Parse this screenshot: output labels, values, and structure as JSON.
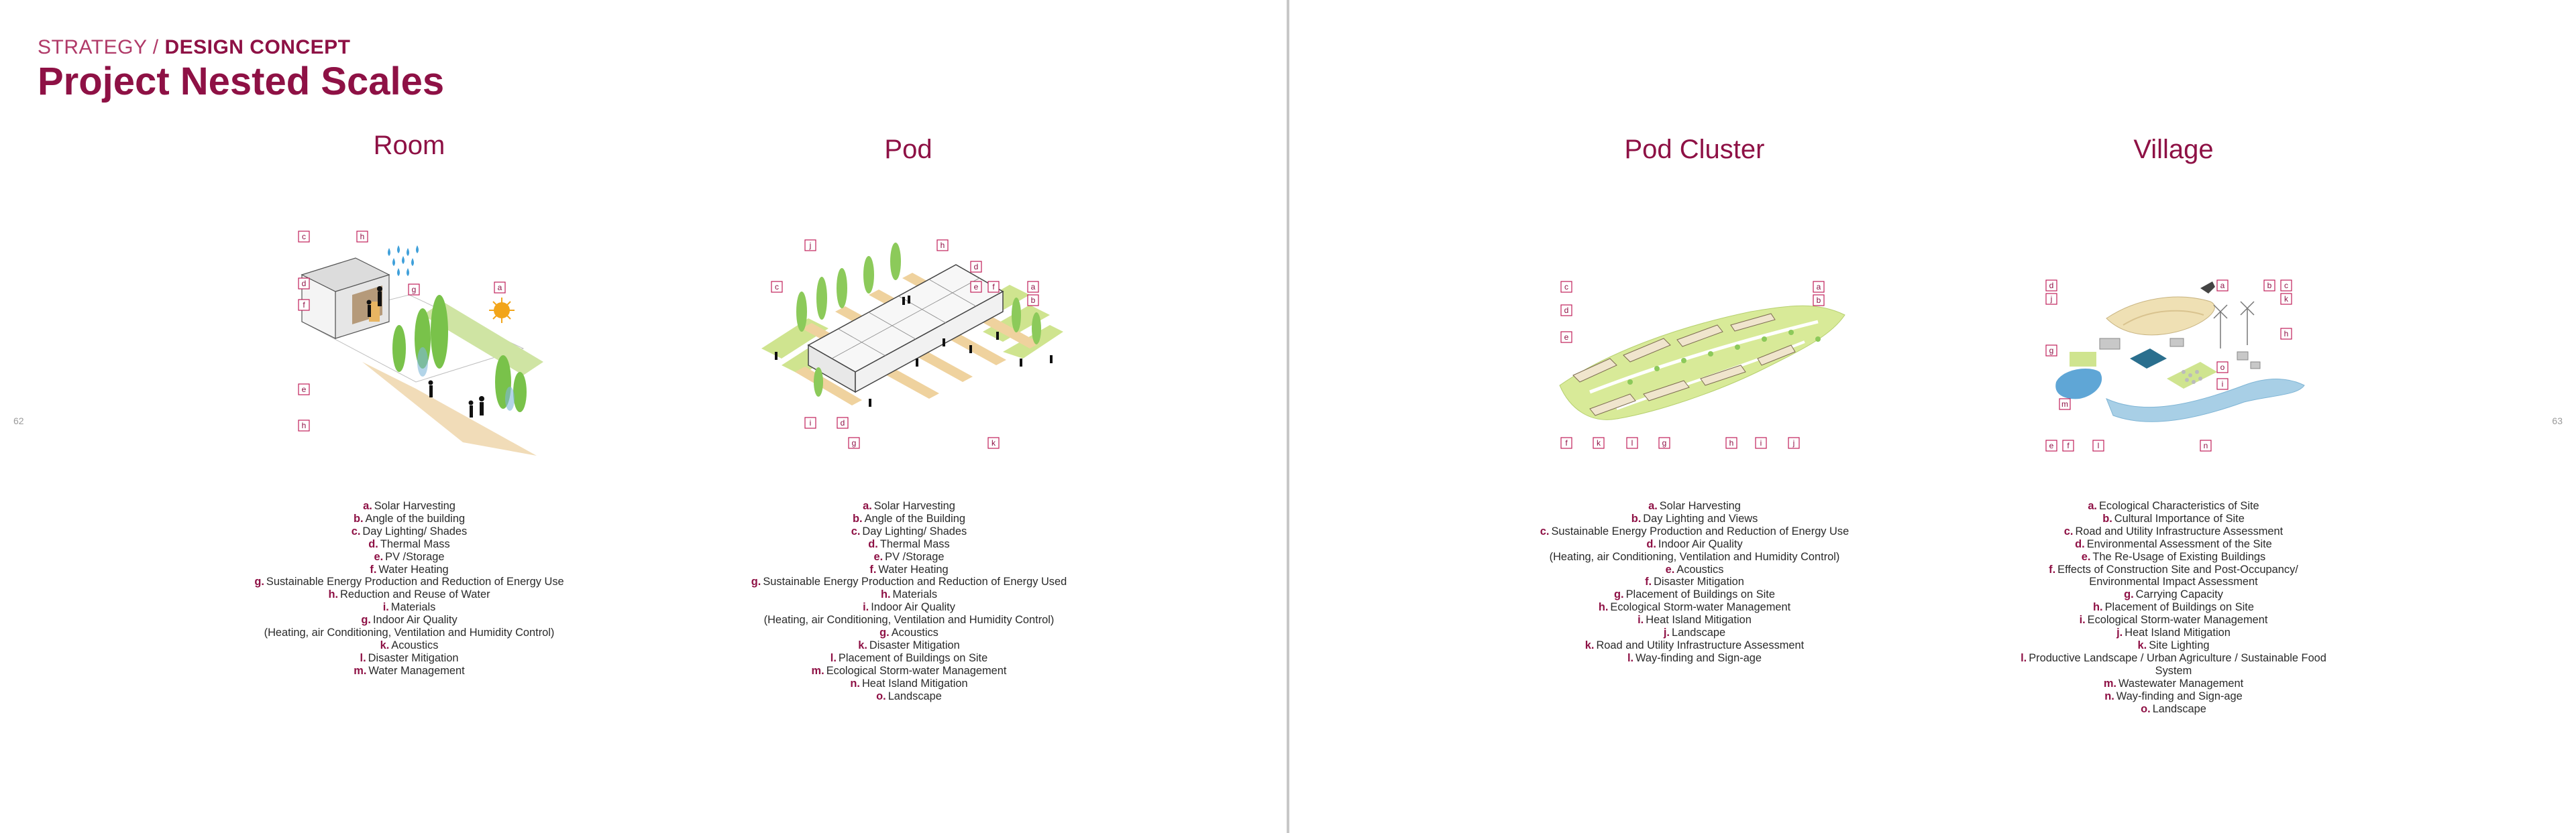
{
  "header": {
    "kicker_light": "STRATEGY / ",
    "kicker_bold": "DESIGN CONCEPT",
    "title": "Project Nested Scales"
  },
  "page_numbers": {
    "left": "62",
    "right": "63"
  },
  "columns": {
    "room": {
      "title": "Room",
      "legend": [
        {
          "k": "a.",
          "t": "Solar Harvesting"
        },
        {
          "k": "b.",
          "t": "Angle of the building"
        },
        {
          "k": "c.",
          "t": "Day Lighting/ Shades"
        },
        {
          "k": "d.",
          "t": "Thermal Mass"
        },
        {
          "k": "e.",
          "t": "PV /Storage"
        },
        {
          "k": "f.",
          "t": "Water Heating"
        },
        {
          "k": "g.",
          "t": "Sustainable Energy Production and Reduction of Energy Use"
        },
        {
          "k": "h.",
          "t": "Reduction and Reuse of Water"
        },
        {
          "k": "i.",
          "t": "Materials"
        },
        {
          "k": "g.",
          "t": "Indoor Air Quality"
        },
        {
          "k": "",
          "t": "(Heating, air Conditioning, Ventilation and Humidity Control)"
        },
        {
          "k": "k.",
          "t": "Acoustics"
        },
        {
          "k": "l.",
          "t": "Disaster Mitigation"
        },
        {
          "k": "m.",
          "t": "Water Management"
        }
      ],
      "tags": [
        "c",
        "h",
        "d",
        "f",
        "g",
        "a",
        "e",
        "h"
      ]
    },
    "pod": {
      "title": "Pod",
      "legend": [
        {
          "k": "a.",
          "t": "Solar Harvesting"
        },
        {
          "k": "b.",
          "t": "Angle of the Building"
        },
        {
          "k": "c.",
          "t": "Day Lighting/ Shades"
        },
        {
          "k": "d.",
          "t": "Thermal Mass"
        },
        {
          "k": "e.",
          "t": "PV /Storage"
        },
        {
          "k": "f.",
          "t": "Water Heating"
        },
        {
          "k": "g.",
          "t": "Sustainable Energy Production and Reduction of Energy Used"
        },
        {
          "k": "h.",
          "t": "Materials"
        },
        {
          "k": "i.",
          "t": "Indoor Air Quality"
        },
        {
          "k": "",
          "t": "(Heating, air Conditioning, Ventilation and Humidity Control)"
        },
        {
          "k": "g.",
          "t": "Acoustics"
        },
        {
          "k": "k.",
          "t": "Disaster Mitigation"
        },
        {
          "k": "l.",
          "t": "Placement of Buildings on Site"
        },
        {
          "k": "m.",
          "t": "Ecological Storm-water Management"
        },
        {
          "k": "n.",
          "t": "Heat Island Mitigation"
        },
        {
          "k": "o.",
          "t": "Landscape"
        }
      ],
      "tags": [
        "j",
        "h",
        "c",
        "d",
        "e",
        "f",
        "a",
        "b",
        "i",
        "d",
        "g",
        "k"
      ]
    },
    "cluster": {
      "title": "Pod Cluster",
      "legend": [
        {
          "k": "a.",
          "t": "Solar Harvesting"
        },
        {
          "k": "b.",
          "t": "Day Lighting and Views"
        },
        {
          "k": "c.",
          "t": "Sustainable Energy Production and Reduction of Energy Use"
        },
        {
          "k": "d.",
          "t": "Indoor Air Quality"
        },
        {
          "k": "",
          "t": "(Heating, air Conditioning, Ventilation and Humidity Control)"
        },
        {
          "k": "e.",
          "t": "Acoustics"
        },
        {
          "k": "f.",
          "t": "Disaster Mitigation"
        },
        {
          "k": "g.",
          "t": "Placement of Buildings on Site"
        },
        {
          "k": "h.",
          "t": "Ecological Storm-water Management"
        },
        {
          "k": "i.",
          "t": "Heat Island Mitigation"
        },
        {
          "k": "j.",
          "t": "Landscape"
        },
        {
          "k": "k.",
          "t": "Road and Utility Infrastructure Assessment"
        },
        {
          "k": "l.",
          "t": "Way-finding and Sign-age"
        }
      ],
      "tags": [
        "c",
        "d",
        "e",
        "a",
        "b",
        "f",
        "k",
        "l",
        "g",
        "h",
        "i",
        "j"
      ]
    },
    "village": {
      "title": "Village",
      "legend": [
        {
          "k": "a.",
          "t": "Ecological Characteristics of Site"
        },
        {
          "k": "b.",
          "t": "Cultural Importance of Site"
        },
        {
          "k": "c.",
          "t": "Road and Utility Infrastructure Assessment"
        },
        {
          "k": "d.",
          "t": "Environmental Assessment of the Site"
        },
        {
          "k": "e.",
          "t": "The Re-Usage of Existing Buildings"
        },
        {
          "k": "f.",
          "t": "Effects of Construction Site and Post-Occupancy/"
        },
        {
          "k": "",
          "t": "Environmental Impact Assessment"
        },
        {
          "k": "g.",
          "t": "Carrying Capacity"
        },
        {
          "k": "h.",
          "t": "Placement of Buildings on Site"
        },
        {
          "k": "i.",
          "t": "Ecological Storm-water Management"
        },
        {
          "k": "j.",
          "t": "Heat Island Mitigation"
        },
        {
          "k": "k.",
          "t": "Site Lighting"
        },
        {
          "k": "l.",
          "t": "Productive Landscape / Urban Agriculture / Sustainable Food"
        },
        {
          "k": "",
          "t": "System"
        },
        {
          "k": "m.",
          "t": "Wastewater Management"
        },
        {
          "k": "n.",
          "t": "Way-finding and Sign-age"
        },
        {
          "k": "o.",
          "t": "Landscape"
        }
      ],
      "tags": [
        "d",
        "j",
        "a",
        "b",
        "c",
        "k",
        "g",
        "h",
        "o",
        "i",
        "m",
        "e",
        "f",
        "l",
        "n"
      ]
    }
  }
}
